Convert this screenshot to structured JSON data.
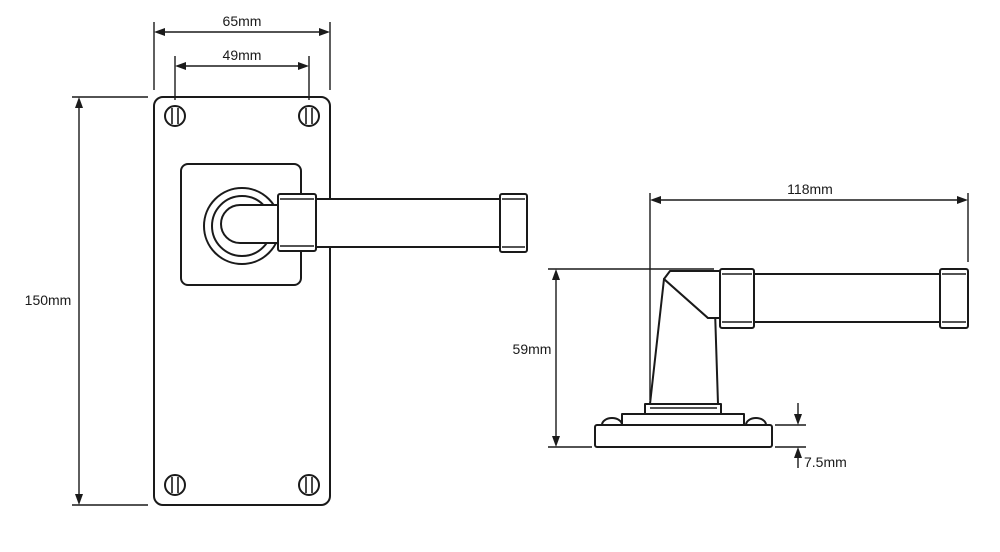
{
  "dimensions": {
    "plate_width": "65mm",
    "screw_spacing": "49mm",
    "plate_height": "150mm",
    "lever_length": "118mm",
    "lever_height": "59mm",
    "rose_thickness": "7.5mm"
  }
}
